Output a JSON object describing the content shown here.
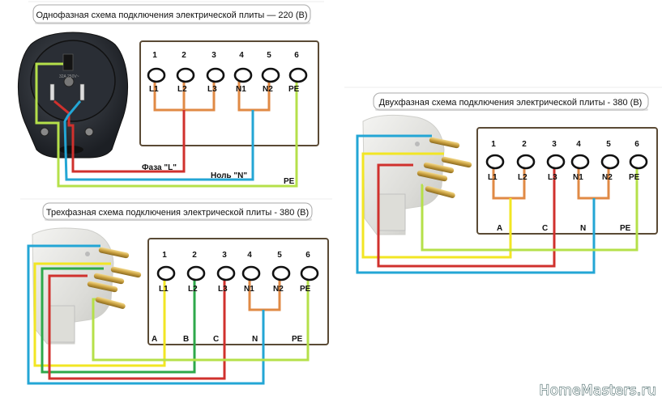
{
  "colors": {
    "phase_red": "#d0312d",
    "neutral_blue": "#23a6d5",
    "ground_green": "#b5e04a",
    "bridge_orange": "#e08a45",
    "phase_yellow": "#f2e623",
    "phase_green": "#2ea84a",
    "box_border": "#5a4a35"
  },
  "diagrams": [
    {
      "title": "Однофазная схема подключения электрической плиты — 220 (В)",
      "terminal_numbers": [
        "1",
        "2",
        "3",
        "4",
        "5",
        "6"
      ],
      "terminal_labels": [
        "L1",
        "L2",
        "L3",
        "N1",
        "N2",
        "PE"
      ],
      "wire_labels": [
        "Фаза \"L\"",
        "Ноль \"N\"",
        "PE"
      ],
      "socket_marking": "32A 250V~"
    },
    {
      "title": "Двухфазная схема подключения электрической плиты - 380 (В)",
      "terminal_numbers": [
        "1",
        "2",
        "3",
        "4",
        "5",
        "6"
      ],
      "terminal_labels": [
        "L1",
        "L2",
        "L3",
        "N1",
        "N2",
        "PE"
      ],
      "wire_labels": [
        "A",
        "C",
        "N",
        "PE"
      ]
    },
    {
      "title": "Трехфазная схема подключения электрической плиты - 380 (В)",
      "terminal_numbers": [
        "1",
        "2",
        "3",
        "4",
        "5",
        "6"
      ],
      "terminal_labels": [
        "L1",
        "L2",
        "L3",
        "N1",
        "N2",
        "PE"
      ],
      "wire_labels": [
        "A",
        "B",
        "C",
        "N",
        "PE"
      ]
    }
  ],
  "watermark": "HomeMasters.ru"
}
